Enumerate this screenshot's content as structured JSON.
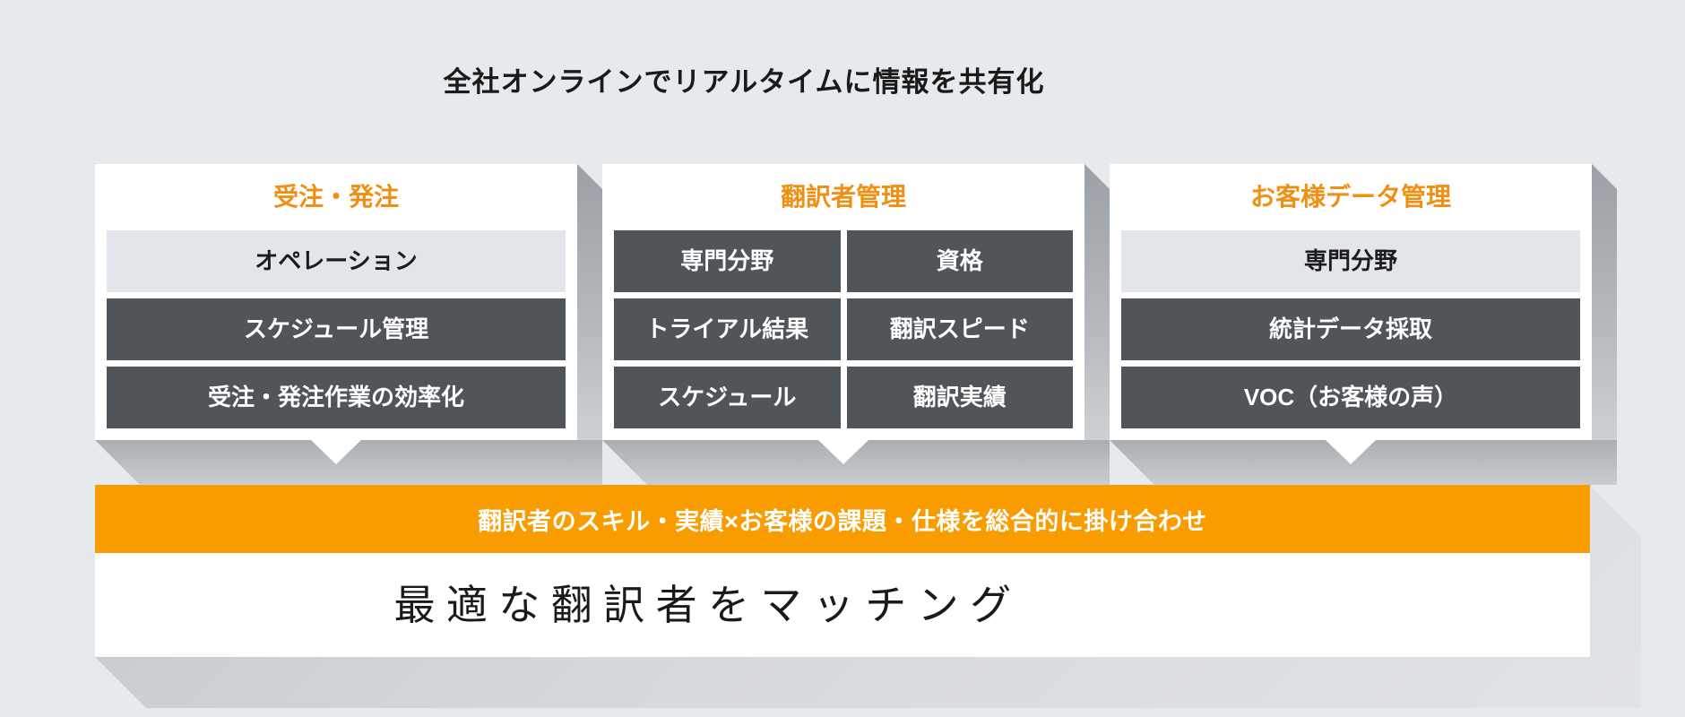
{
  "heading": "全社オンラインでリアルタイムに情報を共有化",
  "cards": [
    {
      "title": "受注・発注",
      "rows": [
        {
          "label": "オペレーション",
          "variant": "light"
        },
        {
          "label": "スケジュール管理",
          "variant": "dark"
        },
        {
          "label": "受注・発注作業の効率化",
          "variant": "dark"
        }
      ]
    },
    {
      "title": "翻訳者管理",
      "grid": [
        [
          "専門分野",
          "資格"
        ],
        [
          "トライアル結果",
          "翻訳スピード"
        ],
        [
          "スケジュール",
          "翻訳実績"
        ]
      ]
    },
    {
      "title": "お客様データ管理",
      "rows": [
        {
          "label": "専門分野",
          "variant": "light"
        },
        {
          "label": "統計データ採取",
          "variant": "dark"
        },
        {
          "label": "VOC（お客様の声）",
          "variant": "dark"
        }
      ]
    }
  ],
  "banner": {
    "label": "翻訳者のスキル・実績×お客様の課題・仕様を総合的に掛け合わせ"
  },
  "result": {
    "label": "最適な翻訳者をマッチング"
  },
  "colors": {
    "accent_orange": "#f99c00",
    "card_title_orange": "#ef9015",
    "dark_cell": "#50555a",
    "light_cell": "#e2e5e9",
    "background": "#e7eaed",
    "shadow_gray": "#b8bcc0"
  }
}
